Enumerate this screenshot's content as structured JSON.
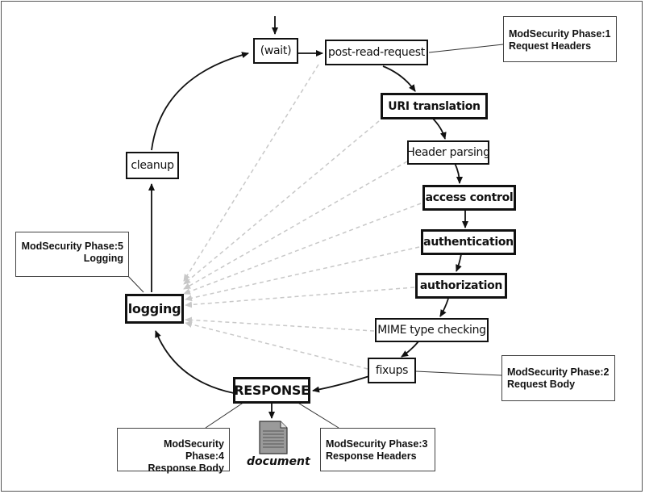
{
  "nodes": {
    "wait": "(wait)",
    "post_read_request": "post-read-request",
    "uri_translation": "URI translation",
    "header_parsing": "Header parsing",
    "access_control": "access control",
    "authentication": "authentication",
    "authorization": "authorization",
    "mime_type_checking": "MIME type checking",
    "fixups": "fixups",
    "response": "RESPONSE",
    "logging": "logging",
    "cleanup": "cleanup",
    "document": "document"
  },
  "callouts": {
    "phase1": {
      "title": "ModSecurity Phase:1",
      "subtitle": "Request Headers"
    },
    "phase2": {
      "title": "ModSecurity Phase:2",
      "subtitle": "Request Body"
    },
    "phase3": {
      "title": "ModSecurity Phase:3",
      "subtitle": "Response Headers"
    },
    "phase4": {
      "title": "ModSecurity Phase:4",
      "subtitle": "Response Body"
    },
    "phase5": {
      "title": "ModSecurity Phase:5",
      "subtitle": "Logging"
    }
  }
}
